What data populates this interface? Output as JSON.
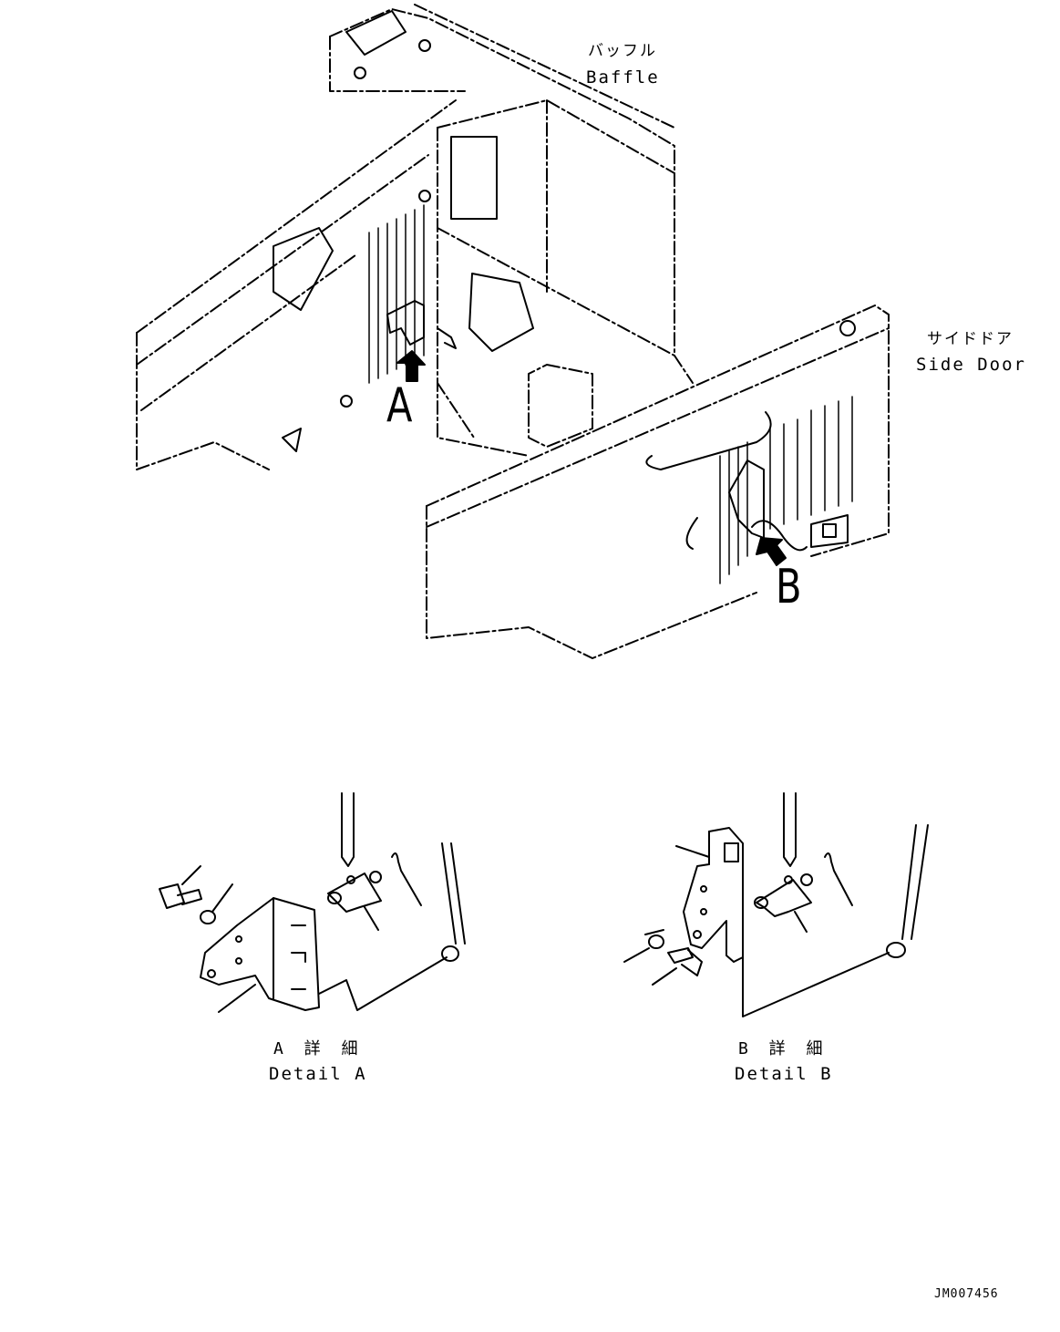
{
  "labels": {
    "baffle_jp": "バッフル",
    "baffle_en": "Baffle",
    "side_door_jp": "サイドドア",
    "side_door_en": "Side Door",
    "arrow_a": "A",
    "arrow_b": "B",
    "detail_a_jp": "A 詳 細",
    "detail_a_en": "Detail A",
    "detail_b_jp": "B 詳 細",
    "detail_b_en": "Detail B",
    "drawing_code": "JM007456"
  }
}
